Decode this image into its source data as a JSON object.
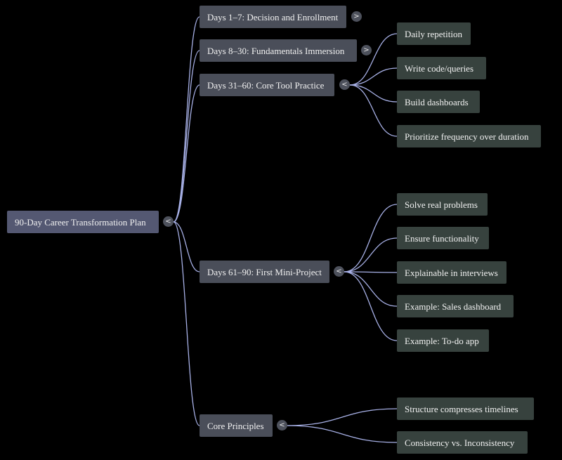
{
  "root": {
    "label": "90-Day Career Transformation Plan",
    "toggle": "<"
  },
  "branches": [
    {
      "label": "Days 1–7: Decision and Enrollment",
      "toggle": ">",
      "children": []
    },
    {
      "label": "Days 8–30: Fundamentals Immersion",
      "toggle": ">",
      "children": []
    },
    {
      "label": "Days 31–60: Core Tool Practice",
      "toggle": "<",
      "children": [
        "Daily repetition",
        "Write code/queries",
        "Build dashboards",
        "Prioritize frequency over duration"
      ]
    },
    {
      "label": "Days 61–90: First Mini-Project",
      "toggle": "<",
      "children": [
        "Solve real problems",
        "Ensure functionality",
        "Explainable in interviews",
        "Example: Sales dashboard",
        "Example: To-do app"
      ]
    },
    {
      "label": "Core Principles",
      "toggle": "<",
      "children": [
        "Structure compresses timelines",
        "Consistency vs. Inconsistency"
      ]
    }
  ],
  "colors": {
    "edge": "#a7b0e6",
    "root": "#545872",
    "branch": "#4a4e59",
    "leaf": "#37423e",
    "toggle": "#4d515c"
  }
}
